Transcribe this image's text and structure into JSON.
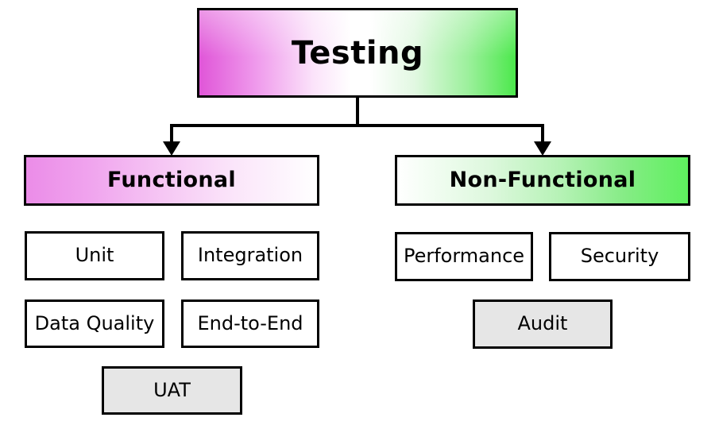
{
  "diagram": {
    "title": "Testing",
    "type": "hierarchy-tree",
    "background_color": "#ffffff",
    "border_color": "#000000",
    "root": {
      "label": "Testing",
      "gradient_from": "#e056d8",
      "gradient_mid": "#ffffff",
      "gradient_to": "#4ce84c"
    },
    "branches": [
      {
        "label": "Functional",
        "gradient_from": "#eb8ce8",
        "gradient_to": "#ffffff",
        "children": [
          {
            "label": "Unit",
            "fill": "#ffffff"
          },
          {
            "label": "Integration",
            "fill": "#ffffff"
          },
          {
            "label": "Data Quality",
            "fill": "#ffffff"
          },
          {
            "label": "End-to-End",
            "fill": "#ffffff"
          },
          {
            "label": "UAT",
            "fill": "#e6e6e6"
          }
        ]
      },
      {
        "label": "Non-Functional",
        "gradient_from": "#ffffff",
        "gradient_to": "#5ef05e",
        "children": [
          {
            "label": "Performance",
            "fill": "#ffffff"
          },
          {
            "label": "Security",
            "fill": "#ffffff"
          },
          {
            "label": "Audit",
            "fill": "#e6e6e6"
          }
        ]
      }
    ],
    "connectors": {
      "style": "orthogonal",
      "arrowhead": "filled-triangle",
      "stroke_color": "#000000",
      "stroke_width": 4
    }
  }
}
